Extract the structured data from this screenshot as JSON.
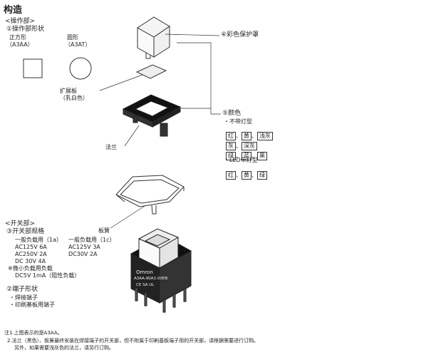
{
  "heading": "构造",
  "operating_section": {
    "title": "<操作部>",
    "shape_title": "①操作部形状",
    "square_label": "正方形",
    "square_code": "（A3AA）",
    "round_label": "圆形",
    "round_code": "（A3AT）",
    "diffuser_label": "扩展板",
    "diffuser_color": "（乳白色）",
    "cap_label": "④彩色保护罩",
    "flange_label": "法兰",
    "color_title": "⑤颜色",
    "unlit_title": "・不带灯型",
    "unlit_colors_row1": [
      "红",
      "黄",
      "浅灰"
    ],
    "unlit_colors_row2": [
      "灰",
      "深灰"
    ],
    "unlit_colors_row3": [
      "绿",
      "蓝",
      "黑"
    ],
    "led_title": "・LED带灯型",
    "led_colors": [
      "红",
      "黄",
      "绿"
    ],
    "separator": "、"
  },
  "switch_section": {
    "title": "<开关部>",
    "spec_title": "③开关部规格",
    "spring_label": "板簧",
    "col1_title": "一般负载用（1a）",
    "col1_lines": [
      "AC125V 6A",
      "AC250V 2A",
      "DC 30V 4A"
    ],
    "col2_title": "一般负载用（1c）",
    "col2_lines": [
      "AC125V 3A",
      "DC30V 2A"
    ],
    "micro_title": "※微小负载用负载",
    "micro_line": "DC5V 1mA（阻性负载）",
    "terminal_title": "②端子形状",
    "terminal_items": [
      "・焊接端子",
      "・印刷基板用端子"
    ]
  },
  "switch_body": {
    "brand": "Omron",
    "model": "A3AA-90A1-00EB",
    "marks": "CE  SA  UL"
  },
  "notes": {
    "note1": "注1.上图表示的是A3AA。",
    "note2": "2.法兰（黑色）、板簧最终安装在焊接端子的开关部，但不附属于印刷基板端子用的开关部，请根据需要进行订购。",
    "note3": "另外，如果需要浅灰色的法兰，请另行订购。"
  }
}
